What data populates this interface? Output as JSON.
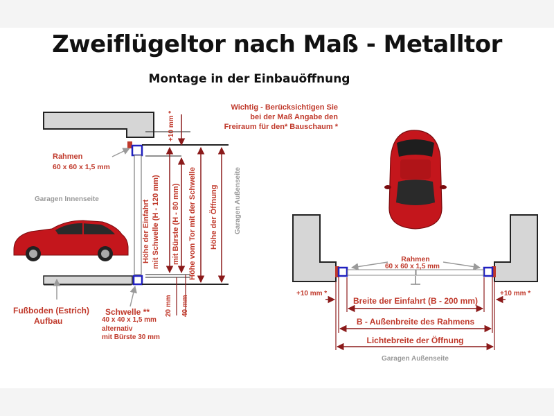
{
  "title": "Zweiflügeltor nach Maß - Metalltor",
  "subtitle": "Montage in der Einbauöffnung",
  "note": {
    "line1": "Wichtig - Berücksichtigen Sie",
    "line2": "bei der Maß Angabe den",
    "line3": "Freiraum für den* Bauschaum *"
  },
  "side_view": {
    "plus10": "+10 mm *",
    "rahmen_label": "Rahmen",
    "rahmen_size": "60 x 60 x 1,5 mm",
    "garagen_innen": "Garagen Innenseite",
    "garagen_aussen": "Garagen Außenseite",
    "hoehe_einfahrt_1": "Höhe der Einfahrt",
    "hoehe_einfahrt_2": "mit Schwelle (H - 120 mm)",
    "hoehe_einfahrt_3": "mit Bürste (H - 80 mm)",
    "hoehe_tor": "Höhe vom Tor mit der Schwelle",
    "hoehe_oeffnung": "Höhe der Öffnung",
    "fussboden_1": "Fußboden (Estrich)",
    "fussboden_2": "Aufbau",
    "schwelle_label": "Schwelle **",
    "schwelle_size": "40 x 40 x 1,5 mm",
    "schwelle_alt": "alternativ",
    "schwelle_buerste": "mit Bürste 30 mm",
    "dim_20": "20 mm",
    "dim_40": "40 mm"
  },
  "top_view": {
    "rahmen_label": "Rahmen",
    "rahmen_size": "60 x 60 x 1,5 mm",
    "plus10_left": "+10 mm *",
    "plus10_right": "+10 mm *",
    "breite_einfahrt": "Breite der Einfahrt (B - 200 mm)",
    "aussenbreite": "B - Außenbreite des Rahmens",
    "lichtebreite": "Lichtebreite der Öffnung",
    "garagen_aussen": "Garagen Außenseite"
  },
  "colors": {
    "dim_red": "#8b1a1a",
    "frame_blue": "#2020c0",
    "wall_fill": "#d6d6d6",
    "car_red": "#c4161c"
  }
}
